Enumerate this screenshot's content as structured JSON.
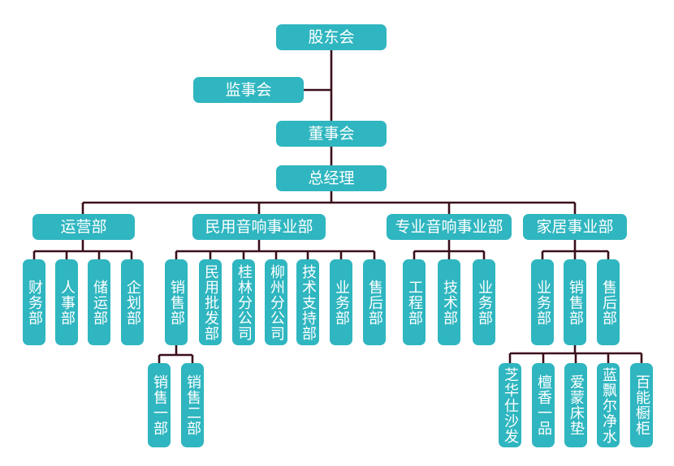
{
  "colors": {
    "node_fill": "#2fb6c0",
    "node_text": "#ffffff",
    "connector": "#3a0f1a"
  },
  "top": {
    "shareholders": "股东会",
    "supervisors": "监事会",
    "board": "董事会",
    "gm": "总经理"
  },
  "divisions": [
    {
      "label": "运营部",
      "children": [
        "财务部",
        "人事部",
        "储运部",
        "企划部"
      ]
    },
    {
      "label": "民用音响事业部",
      "children": [
        "销售部",
        "民用批发部",
        "桂林分公司",
        "柳州分公司",
        "技术支持部",
        "业务部",
        "售后部"
      ],
      "sales_children": [
        "销售一部",
        "销售二部"
      ]
    },
    {
      "label": "专业音响事业部",
      "children": [
        "工程部",
        "技术部",
        "业务部"
      ]
    },
    {
      "label": "家居事业部",
      "children": [
        "业务部",
        "销售部",
        "售后部"
      ],
      "sales_children": [
        "芝华仕沙发",
        "檀香一品",
        "爱蒙床垫",
        "蓝飘尔净水",
        "百能橱柜"
      ]
    }
  ]
}
